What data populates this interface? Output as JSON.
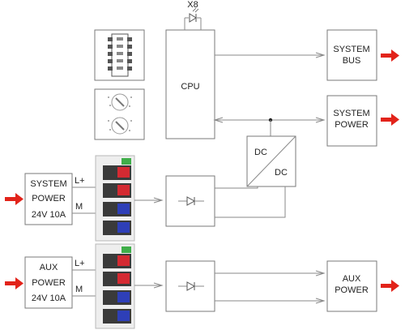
{
  "blocks": {
    "cpu": "CPU",
    "x8": "X8",
    "system_bus": [
      "SYSTEM",
      "BUS"
    ],
    "system_power_out": [
      "SYSTEM",
      "POWER"
    ],
    "dc_in": "DC",
    "dc_out": "DC",
    "system_power_in": [
      "SYSTEM",
      "POWER",
      "24V 10A"
    ],
    "aux_power_in": [
      "AUX",
      "POWER",
      "24V 10A"
    ],
    "aux_power_out": [
      "AUX",
      "POWER"
    ]
  },
  "terminals": {
    "plus": "L+",
    "minus": "M"
  },
  "colors": {
    "arrow": "#e2231a",
    "terminal_green": "#3fae49",
    "terminal_red": "#d42a32",
    "terminal_blue": "#2e3fb8",
    "lines": "#8a8a8a"
  },
  "icons": [
    "diode-icon",
    "led-icon",
    "dc-dc-converter-icon",
    "dip-switch-icon",
    "rotary-switch-icon",
    "terminal-block-icon",
    "red-arrow-icon"
  ]
}
